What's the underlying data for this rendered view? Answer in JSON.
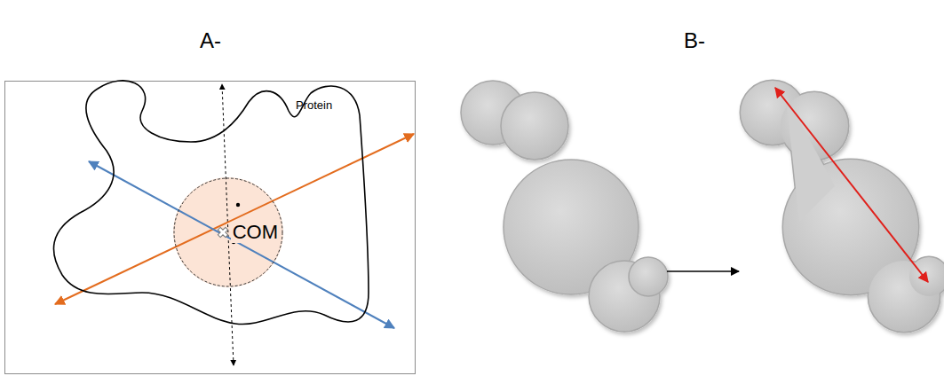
{
  "diagram": {
    "nodes": [
      {
        "text": [
          "Protein"
        ]
      },
      {
        "text": [
          "COM"
        ],
        "in": 0
      }
    ],
    "labels": [
      "A-",
      "B-"
    ]
  }
}
